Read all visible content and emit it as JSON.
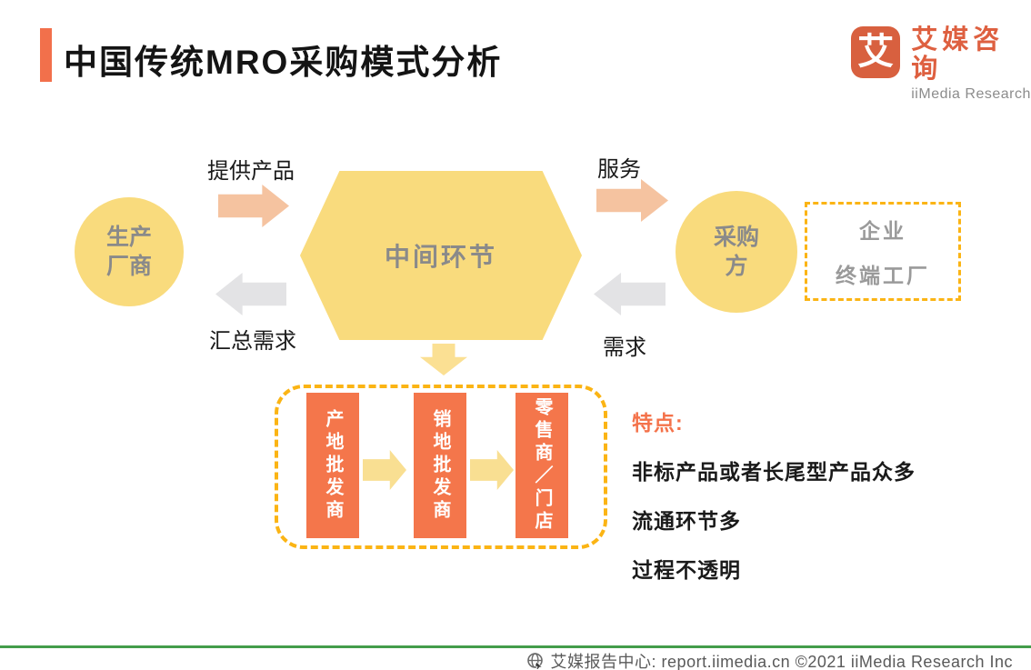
{
  "header": {
    "title": "中国传统MRO采购模式分析",
    "logo": {
      "glyph": "艾",
      "name_cn": "艾媒咨询",
      "name_en": "iiMedia Research"
    }
  },
  "flow": {
    "producer_label": "生产厂商",
    "middle_label": "中间环节",
    "buyer_label": "采购方",
    "buyer_box_lines": [
      "企业",
      "终端工厂"
    ],
    "provide_label": "提供产品",
    "service_label": "服务",
    "aggregate_demand_label": "汇总需求",
    "demand_label": "需求"
  },
  "bottom_flow": {
    "stages": [
      {
        "label": "产地批发商"
      },
      {
        "label": "销地批发商"
      },
      {
        "label": "零售商／门店"
      }
    ]
  },
  "features": {
    "heading": "特点:",
    "items": [
      "非标产品或者长尾型产品众多",
      "流通环节多",
      "过程不透明"
    ]
  },
  "footer": {
    "text": "艾媒报告中心:  report.iimedia.cn   ©2021   iiMedia Research  Inc"
  },
  "colors": {
    "accent_orange": "#F2704B",
    "shape_yellow": "#F9DB7D",
    "salmon_arrow": "#F5C3A0",
    "gray_arrow": "#E3E3E5",
    "yellow_arrow": "#F9DF92",
    "stage_orange": "#F4764B",
    "dash_gold": "#FBB414",
    "shape_text_gray": "#8A8A8A",
    "footer_green": "#439D4A",
    "footer_gray": "#595959"
  }
}
